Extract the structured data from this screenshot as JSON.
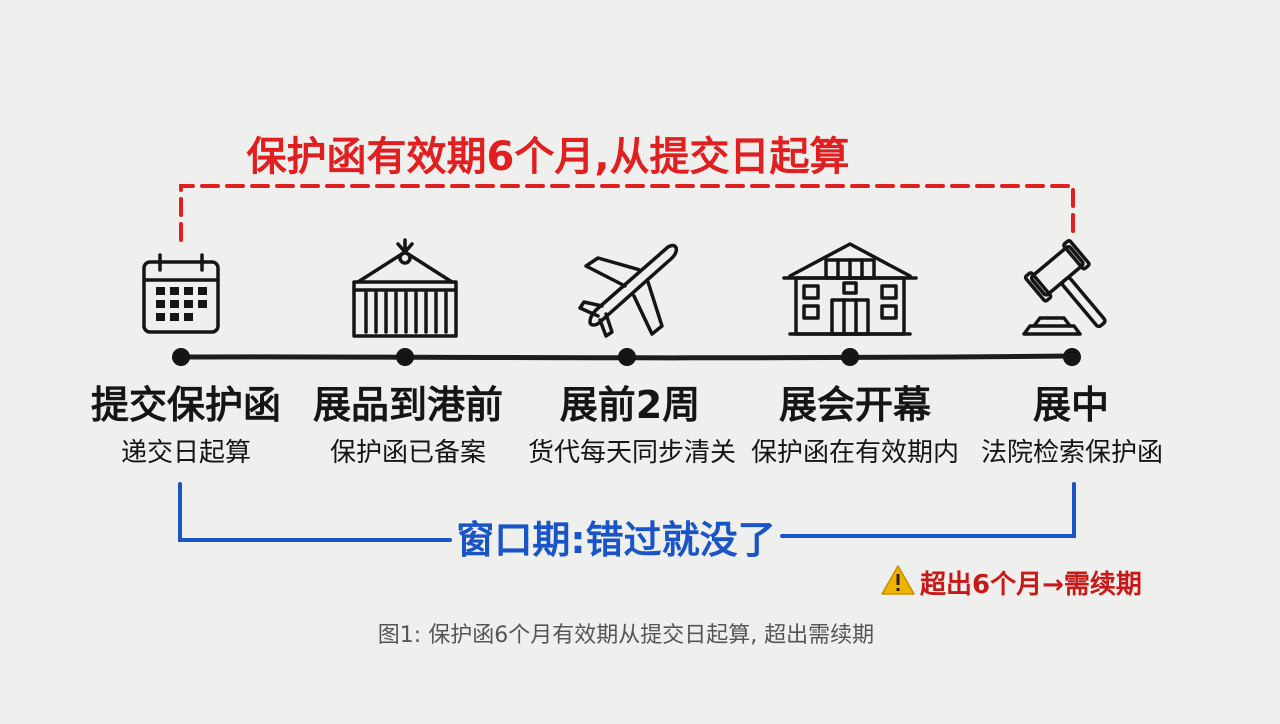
{
  "validity_note": "保护函有效期6个月,从提交日起算",
  "window_note": "窗口期:错过就没了",
  "warning": {
    "icon": "warning-icon",
    "text": "超出6个月→需续期"
  },
  "caption": "图1: 保护函6个月有效期从提交日起算, 超出需续期",
  "steps": [
    {
      "icon": "calendar-icon",
      "title": "提交保护函",
      "subtitle": "递交日起算"
    },
    {
      "icon": "shipping-container-icon",
      "title": "展品到港前",
      "subtitle": "保护函已备案"
    },
    {
      "icon": "airplane-icon",
      "title": "展前2周",
      "subtitle": "货代每天同步清关"
    },
    {
      "icon": "exhibition-hall-icon",
      "title": "展会开幕",
      "subtitle": "保护函在有效期内"
    },
    {
      "icon": "gavel-icon",
      "title": "展中",
      "subtitle": "法院检索保护函"
    }
  ],
  "colors": {
    "validity": "#e02020",
    "window": "#1a55c8",
    "warning_text": "#c81818",
    "warning_icon": "#f0b400",
    "ink": "#151515",
    "caption": "#555555",
    "background": "#efefed"
  }
}
